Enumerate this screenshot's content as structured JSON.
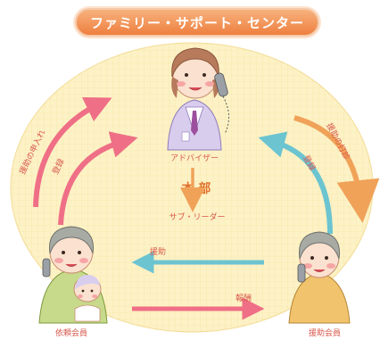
{
  "title": "ファミリー・サポート・センター",
  "center": {
    "adviser": "アドバイザー",
    "honbu": "本 部",
    "sub_leader": "サブ・リーダー"
  },
  "members": {
    "requester": "依頼会員",
    "helper": "援助会員"
  },
  "flows": {
    "apply": "援助の申入れ",
    "register_left": "登録",
    "arrange": "援助の打診",
    "register_right": "登録",
    "help": "援助",
    "reward": "報酬"
  },
  "colors": {
    "pink": "#ef6f86",
    "orange": "#f0a259",
    "blue": "#6cc4d1",
    "label_red": "#d8584c",
    "honbu_text": "#e0742e",
    "ellipse_fill": "#fdf2c6"
  },
  "icons": [
    "adviser-figure-icon",
    "requester-figure-icon",
    "helper-figure-icon",
    "phone-icon"
  ]
}
